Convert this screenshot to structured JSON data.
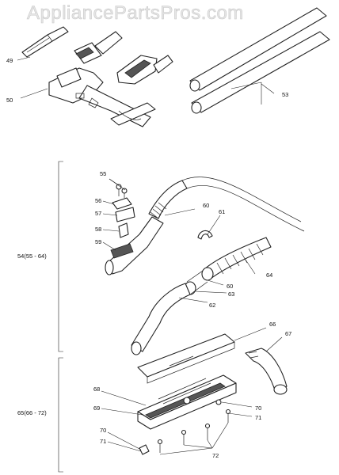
{
  "watermark": "AppliancePartsPros.com",
  "callouts": {
    "c49": "49",
    "c50": "50",
    "c53": "53",
    "group_upper": "54(55 - 64)",
    "c55": "55",
    "c56": "56",
    "c57": "57",
    "c58": "58",
    "c59": "59",
    "c60a": "60",
    "c61": "61",
    "c60b": "60",
    "c63": "63",
    "c64": "64",
    "c62": "62",
    "c66": "66",
    "c67": "67",
    "group_lower": "65(66 - 72)",
    "c68": "68",
    "c69": "69",
    "c70a": "70",
    "c71a": "71",
    "c70b": "70",
    "c71b": "71",
    "c72": "72"
  }
}
